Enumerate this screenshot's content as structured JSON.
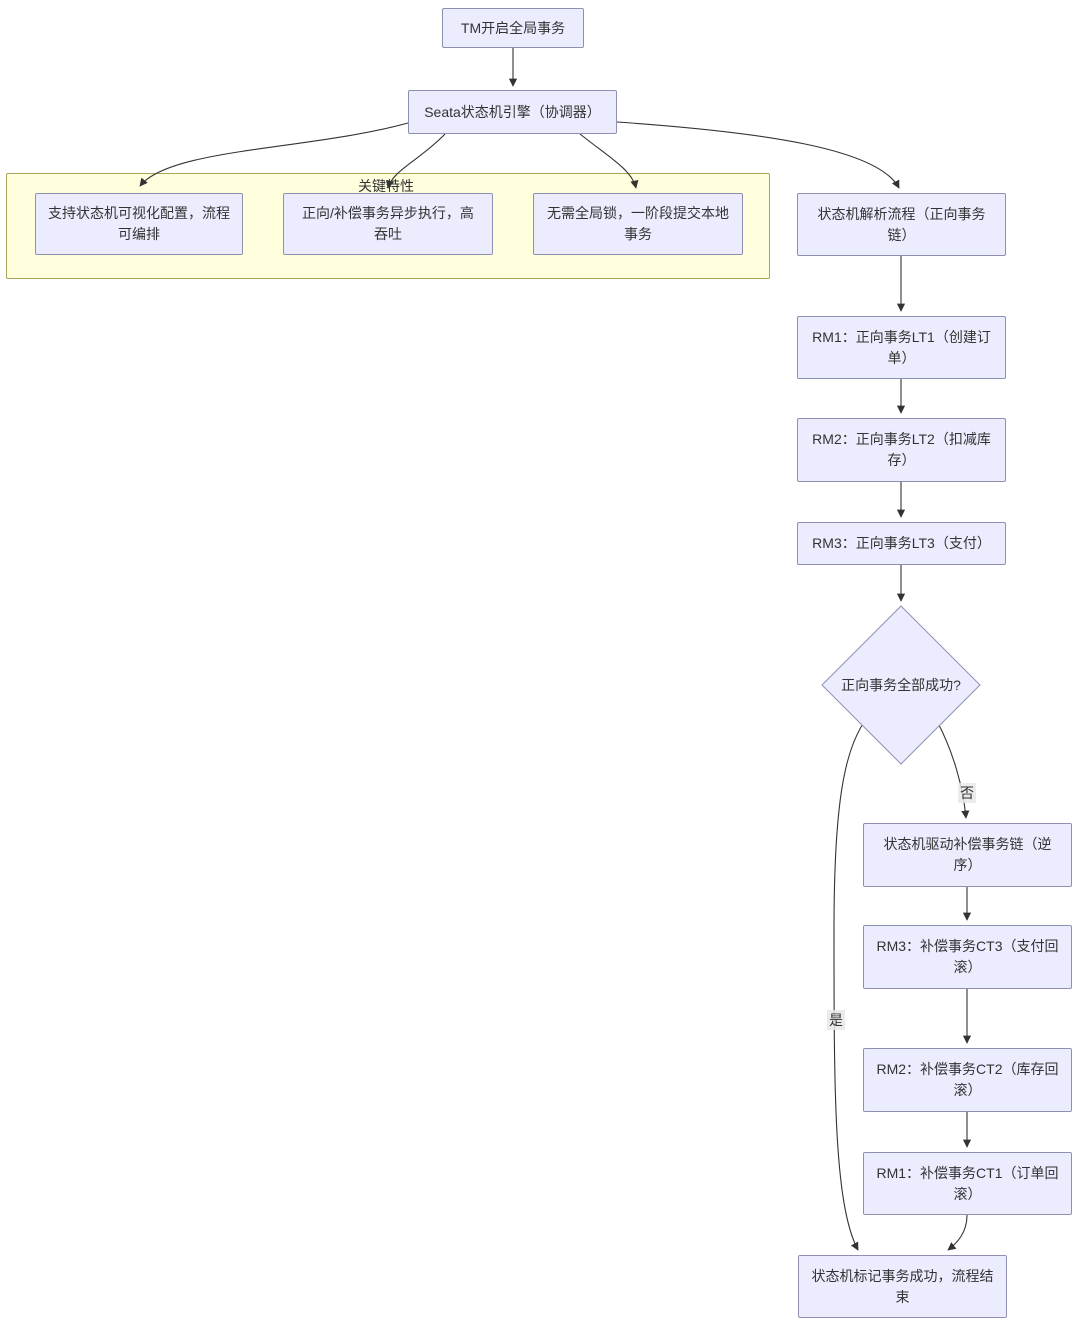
{
  "diagram": {
    "type": "flowchart",
    "direction": "top-down",
    "cluster": {
      "label": "关键特性"
    },
    "nodes": {
      "tm": {
        "label": "TM开启全局事务"
      },
      "seata": {
        "label": "Seata状态机引擎（协调器）"
      },
      "f1": {
        "label": "支持状态机可视化配置，流程可编排"
      },
      "f2": {
        "label": "正向/补偿事务异步执行，高吞吐"
      },
      "f3": {
        "label": "无需全局锁，一阶段提交本地事务"
      },
      "parse": {
        "label": "状态机解析流程（正向事务链）"
      },
      "rm1": {
        "label": "RM1：正向事务LT1（创建订单）"
      },
      "rm2": {
        "label": "RM2：正向事务LT2（扣减库存）"
      },
      "rm3": {
        "label": "RM3：正向事务LT3（支付）"
      },
      "decision": {
        "label": "正向事务全部成功?"
      },
      "comp": {
        "label": "状态机驱动补偿事务链（逆序）"
      },
      "ct3": {
        "label": "RM3：补偿事务CT3（支付回滚）"
      },
      "ct2": {
        "label": "RM2：补偿事务CT2（库存回滚）"
      },
      "ct1": {
        "label": "RM1：补偿事务CT1（订单回滚）"
      },
      "done": {
        "label": "状态机标记事务成功，流程结束"
      }
    },
    "edge_labels": {
      "no": "否",
      "yes": "是"
    },
    "colors": {
      "node_fill": "#ECECFF",
      "node_border": "#8F8FB1",
      "cluster_fill": "#FFFFDE",
      "cluster_border": "#A6A65A",
      "edge_line": "#333333",
      "text": "#333333",
      "edge_label_bg": "#E8E8E8"
    }
  }
}
